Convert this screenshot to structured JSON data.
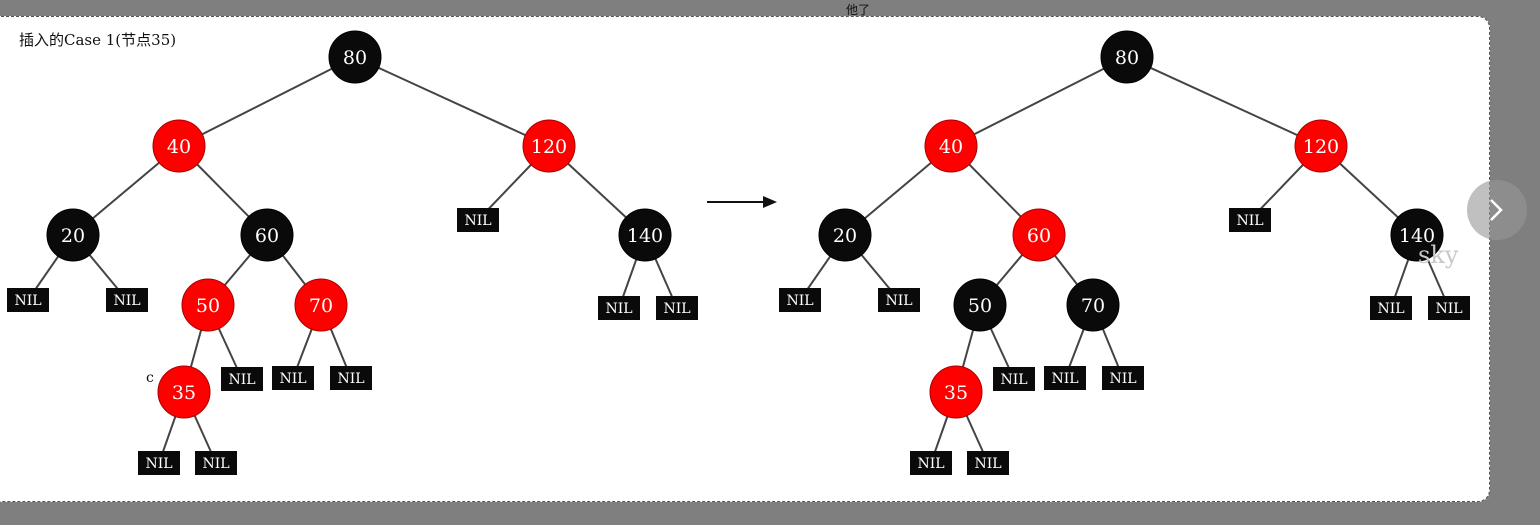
{
  "top_caption": "他了",
  "title": "插入的Case 1(节点35)",
  "watermark": "sky",
  "colors": {
    "red": "#ff0000",
    "black": "#0a0a0a",
    "nil": "#0a0a0a",
    "background": "#7f7f7f"
  },
  "trees": [
    {
      "name": "before",
      "annotation": {
        "text": "c",
        "node": "n35"
      },
      "nodes": [
        {
          "id": "n80",
          "label": "80",
          "color": "black",
          "parent": null
        },
        {
          "id": "n40",
          "label": "40",
          "color": "red",
          "parent": "n80"
        },
        {
          "id": "n120",
          "label": "120",
          "color": "red",
          "parent": "n80"
        },
        {
          "id": "n20",
          "label": "20",
          "color": "black",
          "parent": "n40"
        },
        {
          "id": "n60",
          "label": "60",
          "color": "black",
          "parent": "n40"
        },
        {
          "id": "nil120",
          "label": "NIL",
          "color": "nil",
          "parent": "n120"
        },
        {
          "id": "n140",
          "label": "140",
          "color": "black",
          "parent": "n120"
        },
        {
          "id": "nil20a",
          "label": "NIL",
          "color": "nil",
          "parent": "n20"
        },
        {
          "id": "nil20b",
          "label": "NIL",
          "color": "nil",
          "parent": "n20"
        },
        {
          "id": "n50",
          "label": "50",
          "color": "red",
          "parent": "n60"
        },
        {
          "id": "n70",
          "label": "70",
          "color": "red",
          "parent": "n60"
        },
        {
          "id": "nil140a",
          "label": "NIL",
          "color": "nil",
          "parent": "n140"
        },
        {
          "id": "nil140b",
          "label": "NIL",
          "color": "nil",
          "parent": "n140"
        },
        {
          "id": "n35",
          "label": "35",
          "color": "red",
          "parent": "n50"
        },
        {
          "id": "nil50",
          "label": "NIL",
          "color": "nil",
          "parent": "n50"
        },
        {
          "id": "nil70a",
          "label": "NIL",
          "color": "nil",
          "parent": "n70"
        },
        {
          "id": "nil70b",
          "label": "NIL",
          "color": "nil",
          "parent": "n70"
        },
        {
          "id": "nil35a",
          "label": "NIL",
          "color": "nil",
          "parent": "n35"
        },
        {
          "id": "nil35b",
          "label": "NIL",
          "color": "nil",
          "parent": "n35"
        }
      ]
    },
    {
      "name": "after",
      "nodes": [
        {
          "id": "n80",
          "label": "80",
          "color": "black",
          "parent": null
        },
        {
          "id": "n40",
          "label": "40",
          "color": "red",
          "parent": "n80"
        },
        {
          "id": "n120",
          "label": "120",
          "color": "red",
          "parent": "n80"
        },
        {
          "id": "n20",
          "label": "20",
          "color": "black",
          "parent": "n40"
        },
        {
          "id": "n60",
          "label": "60",
          "color": "red",
          "parent": "n40"
        },
        {
          "id": "nil120",
          "label": "NIL",
          "color": "nil",
          "parent": "n120"
        },
        {
          "id": "n140",
          "label": "140",
          "color": "black",
          "parent": "n120"
        },
        {
          "id": "nil20a",
          "label": "NIL",
          "color": "nil",
          "parent": "n20"
        },
        {
          "id": "nil20b",
          "label": "NIL",
          "color": "nil",
          "parent": "n20"
        },
        {
          "id": "n50",
          "label": "50",
          "color": "black",
          "parent": "n60"
        },
        {
          "id": "n70",
          "label": "70",
          "color": "black",
          "parent": "n60"
        },
        {
          "id": "nil140a",
          "label": "NIL",
          "color": "nil",
          "parent": "n140"
        },
        {
          "id": "nil140b",
          "label": "NIL",
          "color": "nil",
          "parent": "n140"
        },
        {
          "id": "n35",
          "label": "35",
          "color": "red",
          "parent": "n50"
        },
        {
          "id": "nil50",
          "label": "NIL",
          "color": "nil",
          "parent": "n50"
        },
        {
          "id": "nil70a",
          "label": "NIL",
          "color": "nil",
          "parent": "n70"
        },
        {
          "id": "nil70b",
          "label": "NIL",
          "color": "nil",
          "parent": "n70"
        },
        {
          "id": "nil35a",
          "label": "NIL",
          "color": "nil",
          "parent": "n35"
        },
        {
          "id": "nil35b",
          "label": "NIL",
          "color": "nil",
          "parent": "n35"
        }
      ]
    }
  ]
}
